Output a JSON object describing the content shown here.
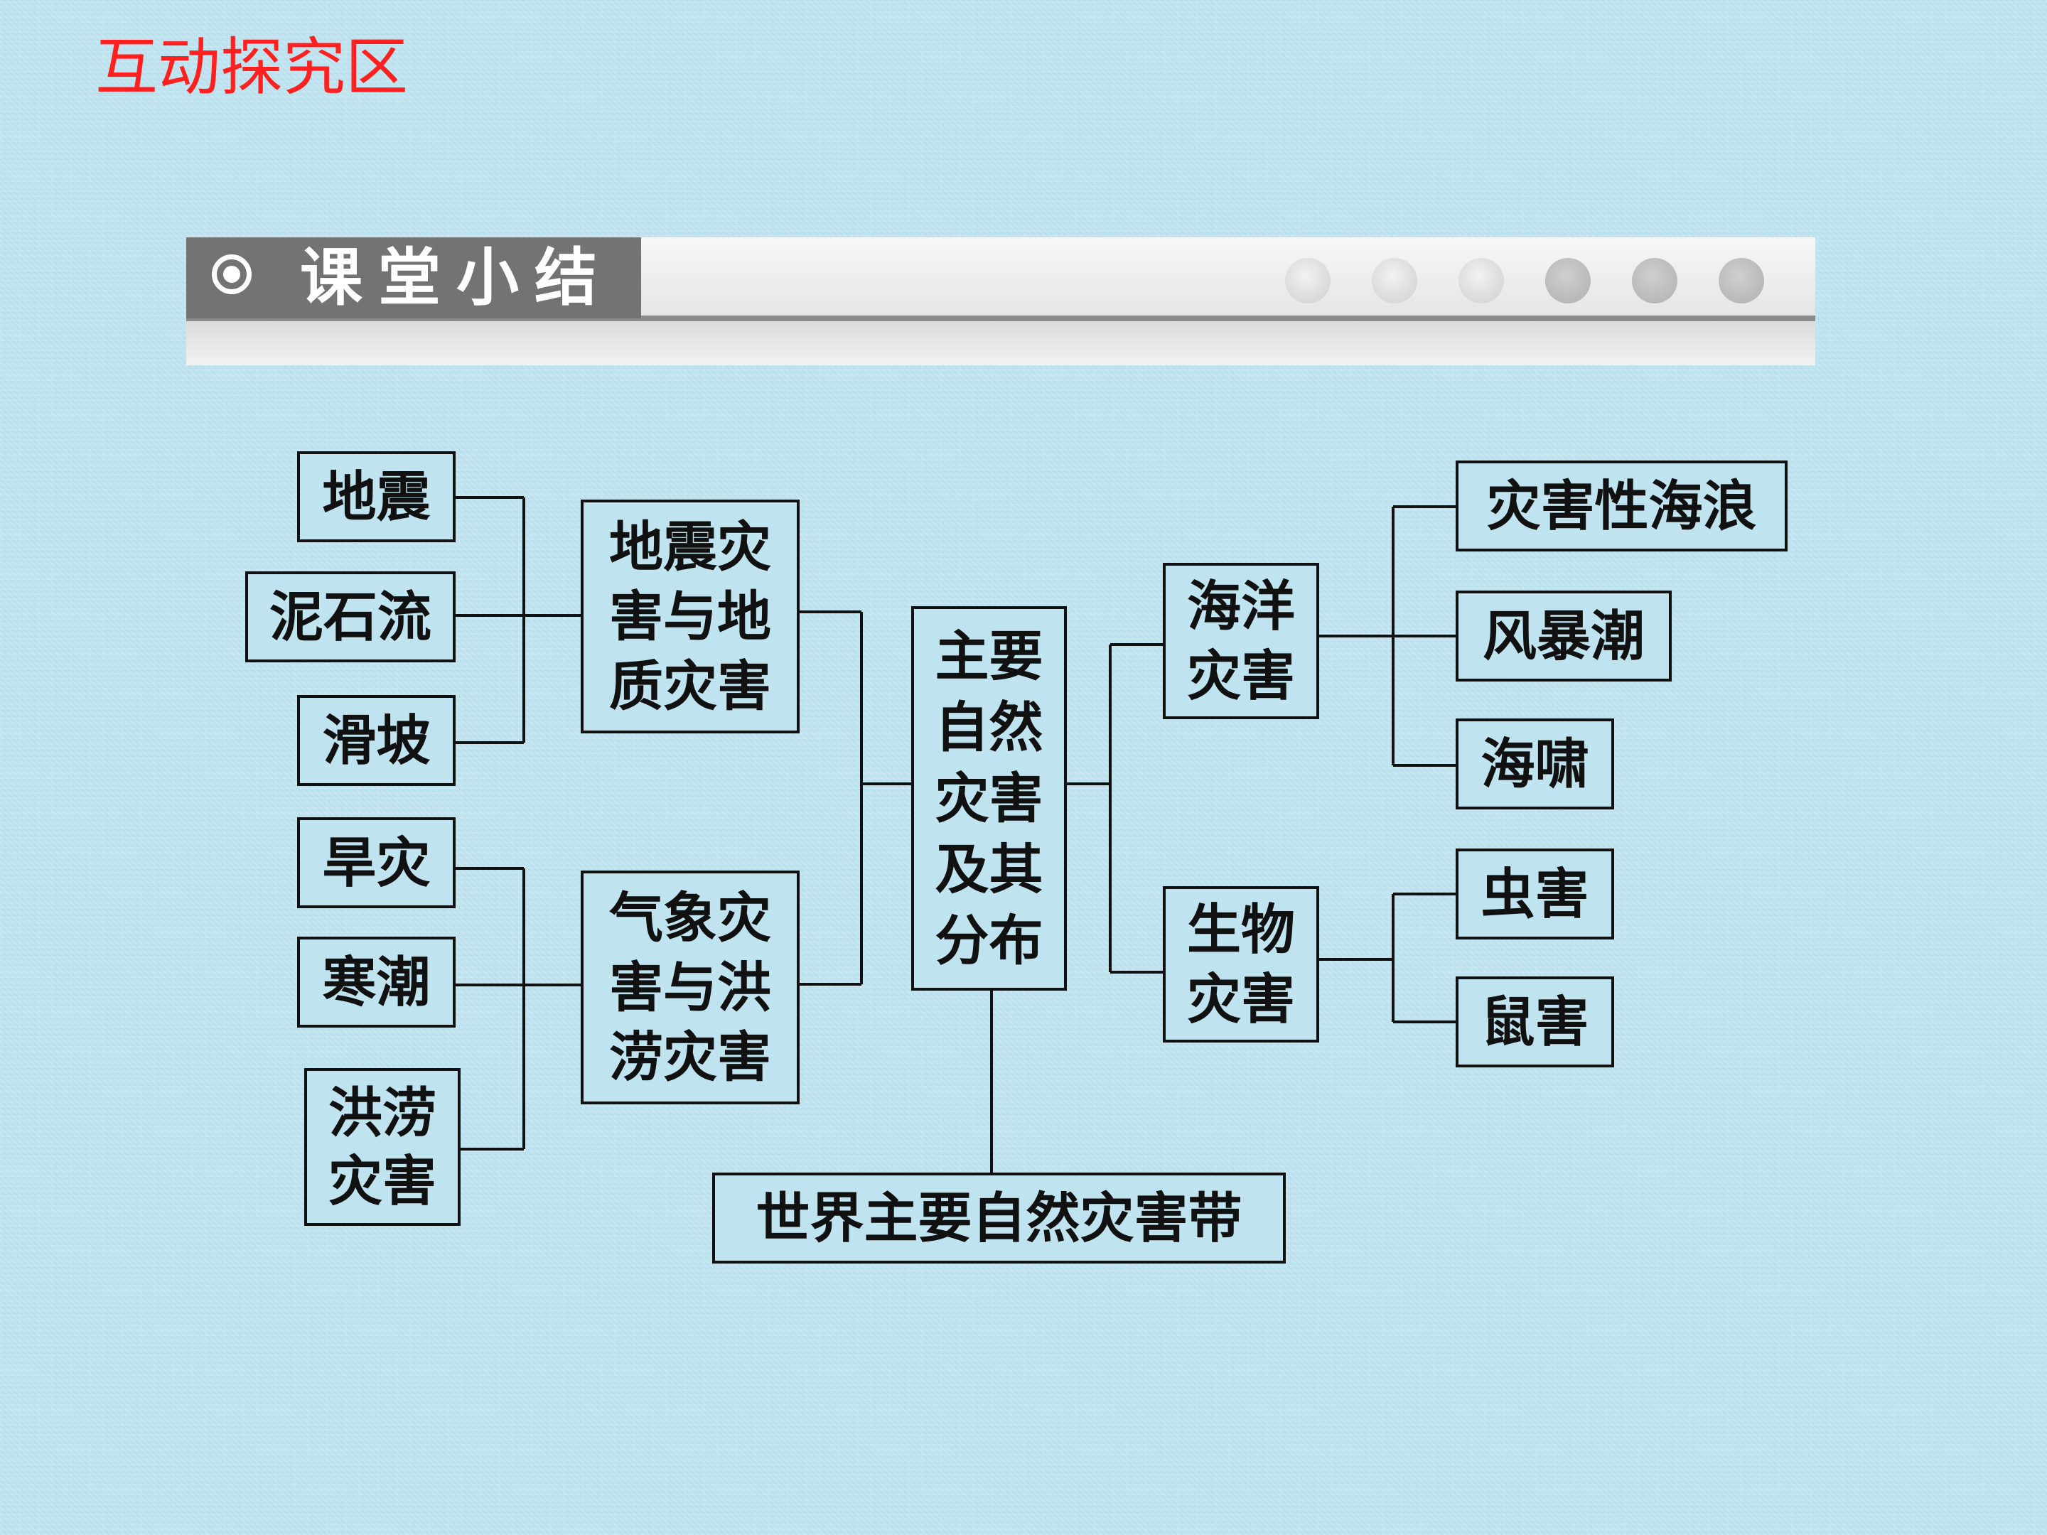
{
  "page": {
    "title": "互动探究区"
  },
  "banner": {
    "title": "课堂小结",
    "icon": "target-icon"
  },
  "diagram": {
    "center": "主要\n自然\n灾害\n及其\n分布",
    "groups": {
      "geologic": "地震灾\n害与地\n质灾害",
      "weather": "气象灾\n害与洪\n涝灾害",
      "ocean": "海洋\n灾害",
      "biological": "生物\n灾害"
    },
    "leaves": {
      "earthquake": "地震",
      "mudflow": "泥石流",
      "landslide": "滑坡",
      "drought": "旱灾",
      "cold_wave": "寒潮",
      "flood": "洪涝\n灾害",
      "storm_wave": "灾害性海浪",
      "storm_surge": "风暴潮",
      "tsunami": "海啸",
      "insect_pest": "虫害",
      "rodent_pest": "鼠害"
    },
    "bottom": "世界主要自然灾害带"
  }
}
